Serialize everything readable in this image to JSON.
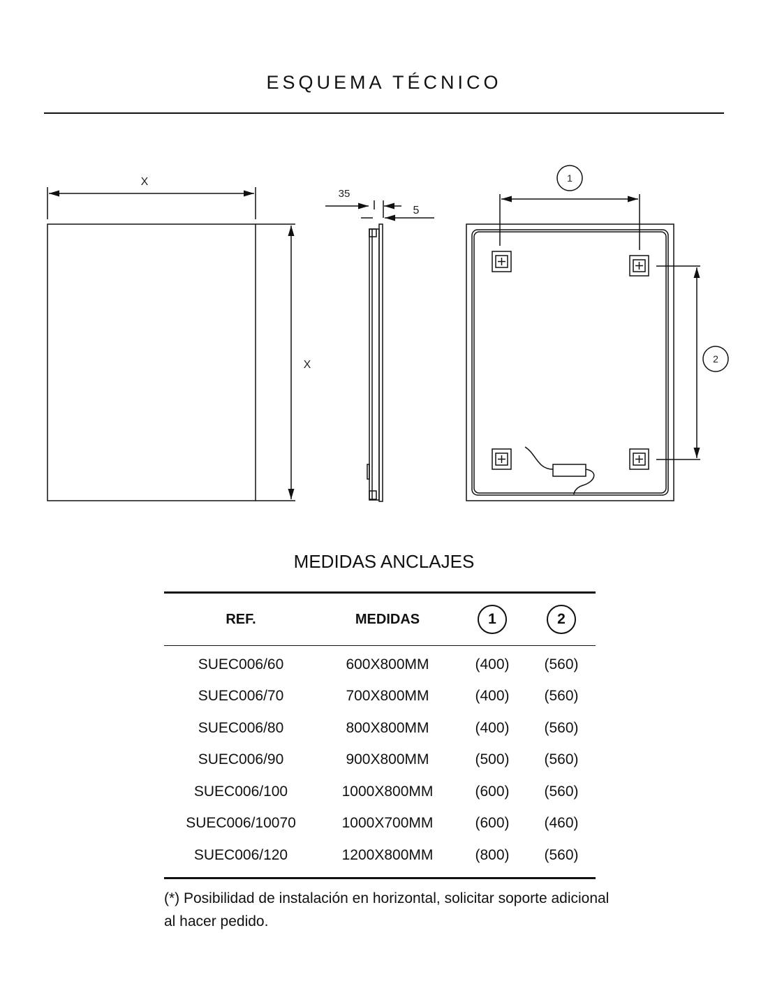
{
  "header": {
    "title": "ESQUEMA TÉCNICO"
  },
  "diagram": {
    "front_width_label": "X",
    "front_height_label": "X",
    "side_depth_label": "35",
    "side_offset_label": "5",
    "anchor_dim_1": "1",
    "anchor_dim_2": "2"
  },
  "anchors": {
    "title": "MEDIDAS ANCLAJES",
    "columns": [
      "REF.",
      "MEDIDAS",
      "1",
      "2"
    ],
    "rows": [
      [
        "SUEC006/60",
        "600X800MM",
        "(400)",
        "(560)"
      ],
      [
        "SUEC006/70",
        "700X800MM",
        "(400)",
        "(560)"
      ],
      [
        "SUEC006/80",
        "800X800MM",
        "(400)",
        "(560)"
      ],
      [
        "SUEC006/90",
        "900X800MM",
        "(500)",
        "(560)"
      ],
      [
        "SUEC006/100",
        "1000X800MM",
        "(600)",
        "(560)"
      ],
      [
        "SUEC006/10070",
        "1000X700MM",
        "(600)",
        "(460)"
      ],
      [
        "SUEC006/120",
        "1200X800MM",
        "(800)",
        "(560)"
      ]
    ],
    "note": "(*) Posibilidad de instalación en horizontal, solicitar soporte adicional al hacer pedido."
  }
}
